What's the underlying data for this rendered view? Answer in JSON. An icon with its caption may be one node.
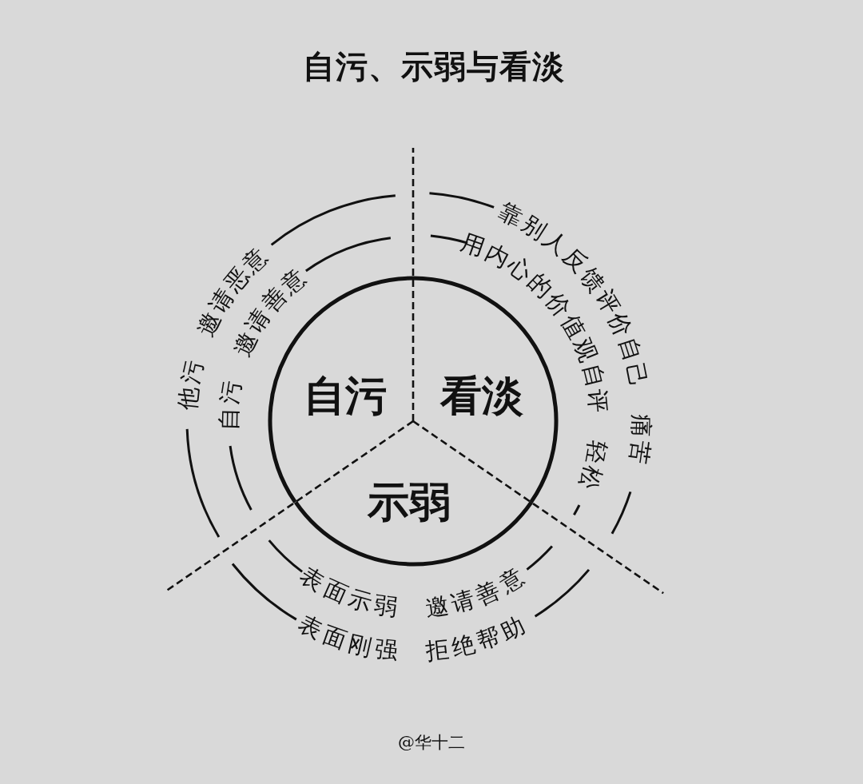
{
  "diagram": {
    "title": "自污、示弱与看淡",
    "nodes": [
      {
        "text": [
          "自污"
        ]
      },
      {
        "text": [
          "看淡"
        ]
      },
      {
        "text": [
          "示弱"
        ]
      }
    ],
    "labels": [
      "他污 邀请恶意",
      "自污 邀请善意",
      "靠别人反馈评价自己 痛苦",
      "用内心的价值观自评 轻松",
      "表面示弱 邀请善意",
      "表面刚强 拒绝帮助",
      "@华十二"
    ]
  }
}
